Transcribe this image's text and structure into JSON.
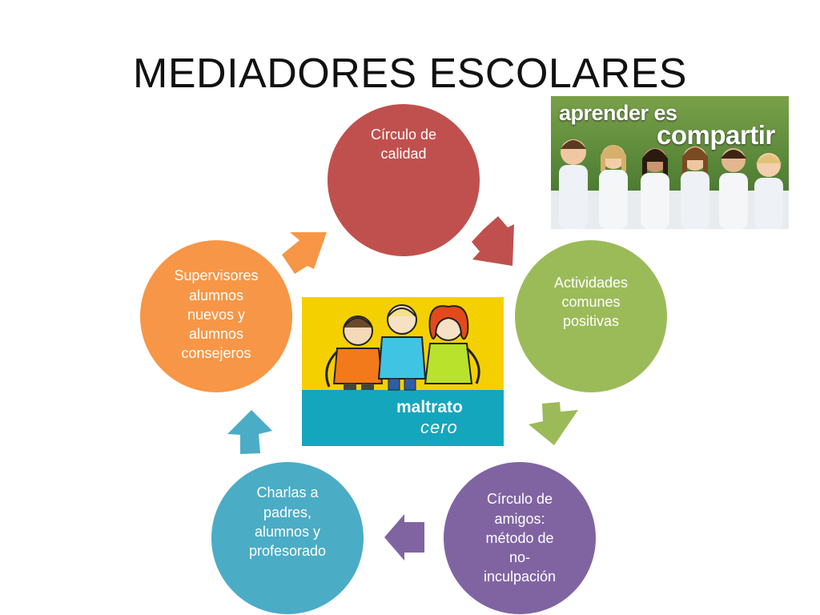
{
  "title": "MEDIADORES ESCOLARES",
  "nodes": [
    {
      "label": "Círculo de\ncalidad",
      "color": "#c0504d"
    },
    {
      "label": "Actividades\ncomunes\npositivas",
      "color": "#9bbb59"
    },
    {
      "label": "Círculo de\namigos:\nmétodo de\nno-\ninculpación",
      "color": "#8064a2"
    },
    {
      "label": "Charlas a\npadres,\nalumnos y\nprofesorado",
      "color": "#4bacc6"
    },
    {
      "label": "Supervisores\nalumnos\nnuevos y\nalumnos\nconsejeros",
      "color": "#f79646"
    }
  ],
  "images": {
    "top_right": {
      "line1": "aprender es",
      "line2": "compartir"
    },
    "center": {
      "line1": "maltrato",
      "line2": "cero"
    }
  },
  "colors": {
    "arrow_red": "#c0504d",
    "arrow_green": "#9bbb59",
    "arrow_purple": "#8064a2",
    "arrow_blue": "#4bacc6",
    "arrow_orange": "#f79646",
    "logo_yellow": "#f5d000",
    "logo_teal": "#14a6bd"
  }
}
